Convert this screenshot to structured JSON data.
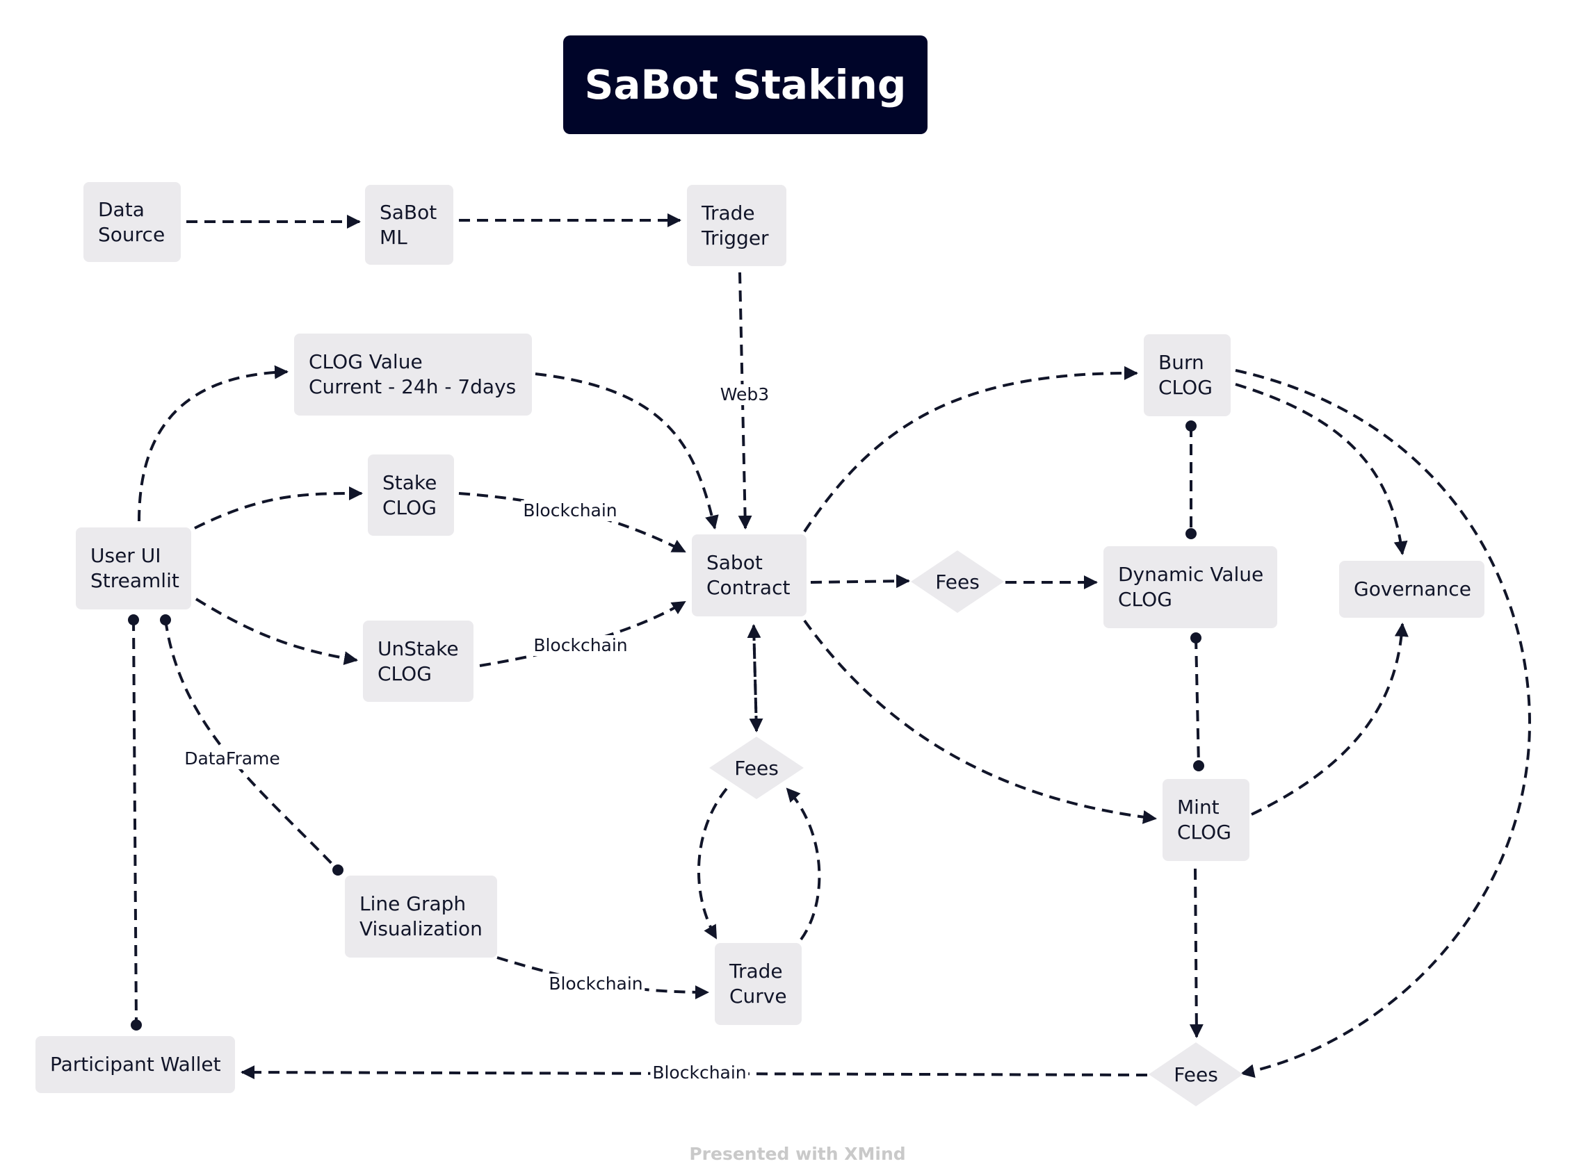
{
  "title": "SaBot Staking",
  "nodes": {
    "data_source": "Data\nSource",
    "sabot_ml": "SaBot\nML",
    "trade_trigger": "Trade\nTrigger",
    "clog_value": "CLOG Value\nCurrent - 24h - 7days",
    "stake_clog": "Stake\nCLOG",
    "unstake_clog": "UnStake\nCLOG",
    "user_ui": "User UI\nStreamlit",
    "sabot_contract": "Sabot\nContract",
    "burn_clog": "Burn\nCLOG",
    "dynamic_value": "Dynamic Value\nCLOG",
    "governance": "Governance",
    "mint_clog": "Mint\nCLOG",
    "line_graph": "Line Graph\nVisualization",
    "trade_curve": "Trade\nCurve",
    "participant_wallet": "Participant Wallet",
    "fees_center": "Fees",
    "fees_middle": "Fees",
    "fees_bottom": "Fees"
  },
  "edge_labels": {
    "web3": "Web3",
    "stake_blockchain": "Blockchain",
    "unstake_blockchain": "Blockchain",
    "dataframe": "DataFrame",
    "curve_blockchain": "Blockchain",
    "wallet_blockchain": "Blockchain"
  },
  "footer": "Presented with XMind",
  "colors": {
    "title_bg": "#000529",
    "node_bg": "#ebeaed",
    "line": "#111529",
    "footer": "#c9c9c9"
  }
}
